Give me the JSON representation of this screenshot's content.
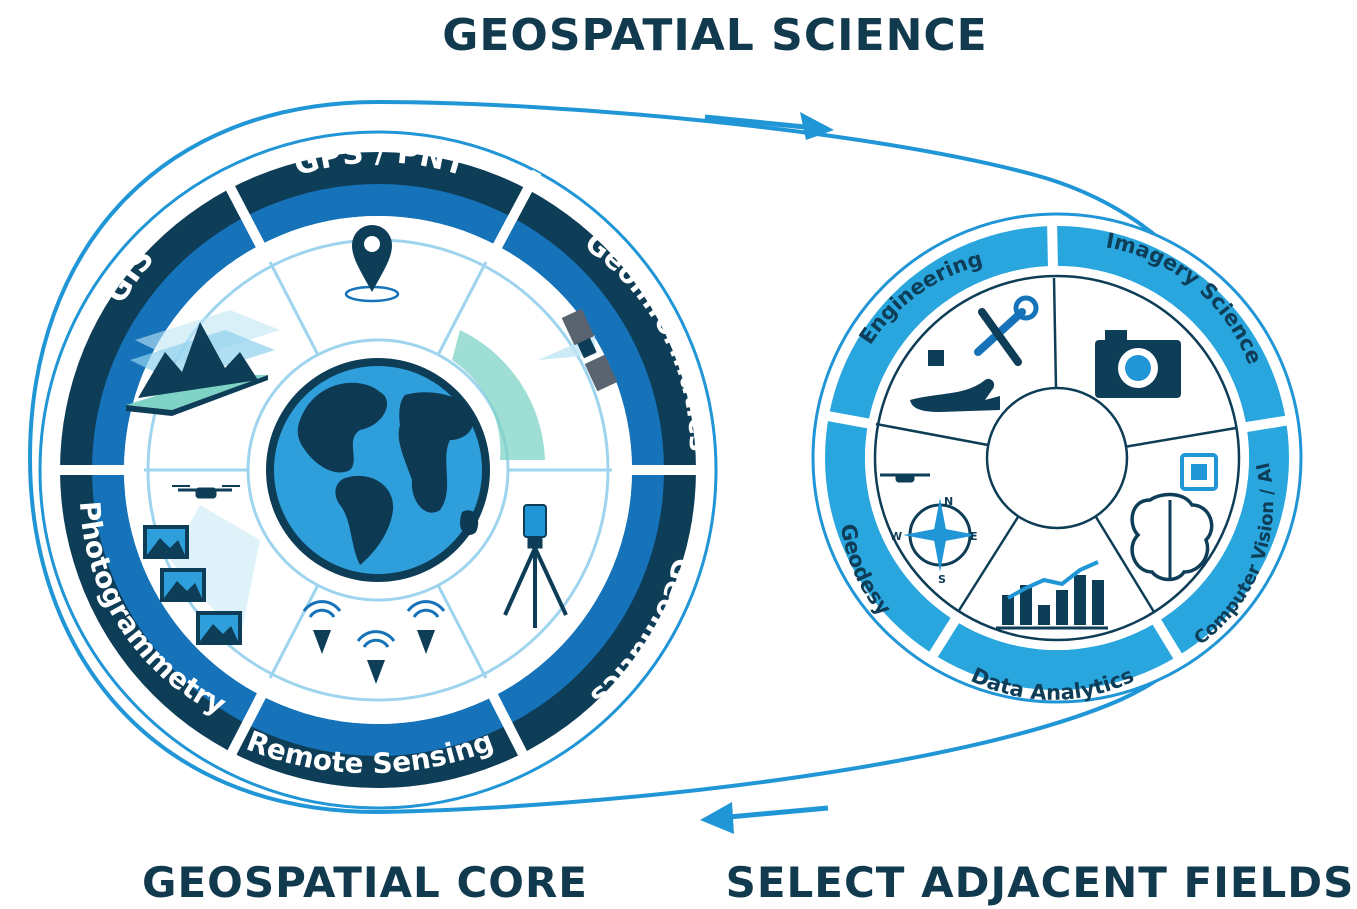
{
  "title": "GEOSPATIAL SCIENCE",
  "core": {
    "label": "GEOSPATIAL CORE",
    "segments": [
      "GPS / PNT",
      "Geoinformatics",
      "Geomatics",
      "Remote Sensing",
      "Photogrammetry",
      "GIS"
    ]
  },
  "adjacent": {
    "label": "SELECT ADJACENT FIELDS",
    "segments": [
      "Engineering",
      "Imagery Science",
      "Computer Vision / AI",
      "Data Analytics",
      "Geodesy"
    ]
  },
  "compass": {
    "n": "N",
    "s": "S",
    "e": "E",
    "w": "W"
  },
  "colors": {
    "navy": "#0e3d57",
    "core_blue": "#1673b9",
    "adjacent_blue": "#2aa6df",
    "light_blue": "#3ba9e0",
    "heading": "#123a4f",
    "globe_ocean": "#2f9fdc",
    "land": "#0d3a52"
  },
  "icons": [
    "map-pin-icon",
    "satellite-icon",
    "total-station-icon",
    "wifi-sensor-icon",
    "drone-icon",
    "photo-icon",
    "mountain-layers-icon",
    "globe-icon",
    "tools-icon",
    "chip-hand-icon",
    "camera-icon",
    "brain-chip-icon",
    "bar-chart-icon",
    "compass-icon"
  ]
}
